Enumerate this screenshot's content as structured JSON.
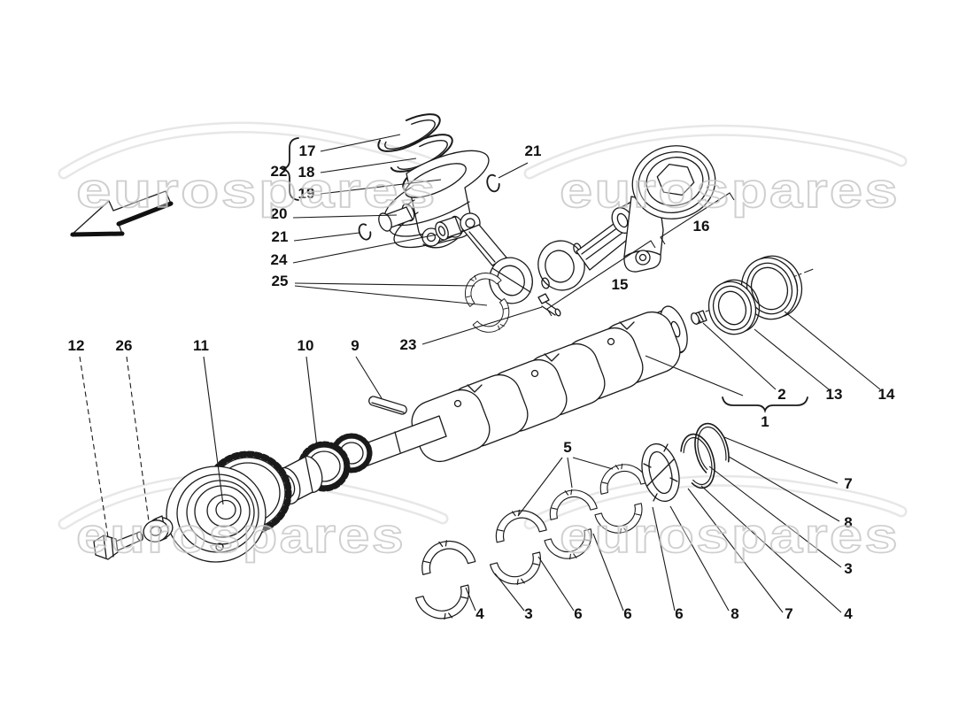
{
  "watermark": {
    "text": "eurospares"
  },
  "colors": {
    "line": "#1a1a1a",
    "watermark_outline": "#c3c3c3",
    "swoosh": "#e7e7e7",
    "background": "#ffffff"
  },
  "diagram": {
    "type": "exploded-parts-diagram",
    "subject": "crankshaft, connecting rods and pistons",
    "part_labels": [
      "17",
      "18",
      "19",
      "22",
      "20",
      "21",
      "24",
      "25",
      "21",
      "16",
      "15",
      "23",
      "12",
      "26",
      "11",
      "10",
      "9",
      "2",
      "13",
      "14",
      "1",
      "5",
      "7",
      "8",
      "3",
      "4",
      "7",
      "8",
      "6",
      "6",
      "6",
      "3",
      "4"
    ]
  }
}
